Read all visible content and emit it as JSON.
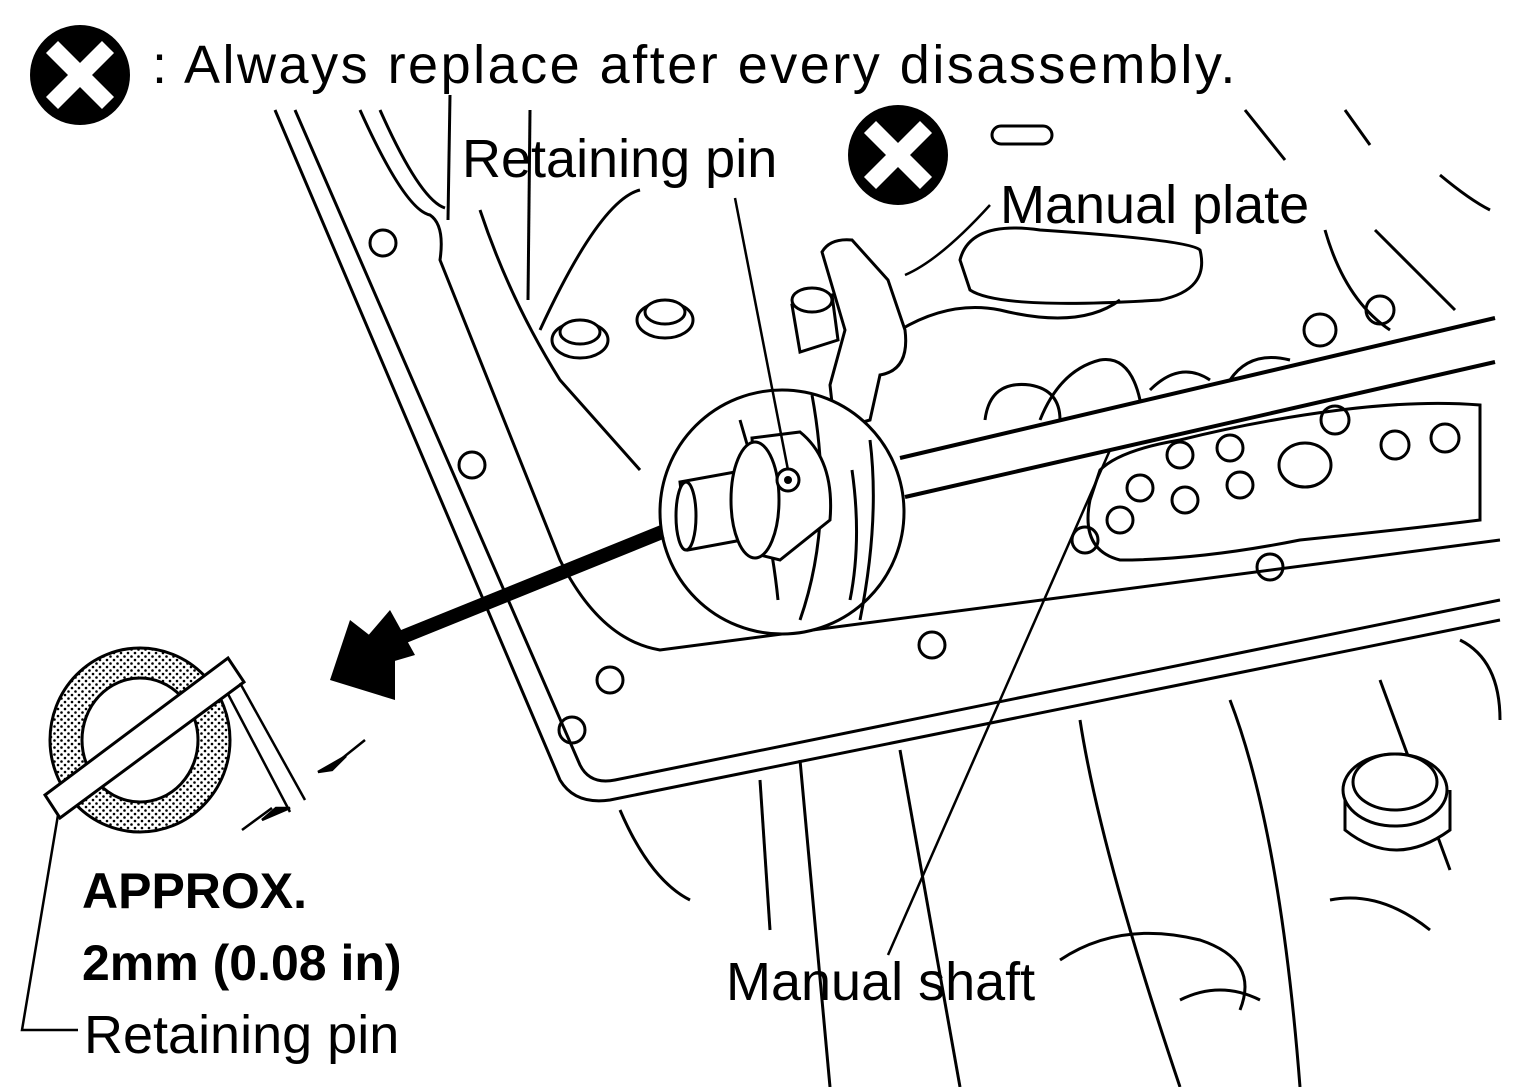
{
  "legend": {
    "icon": "replace-x-icon",
    "text": ": Always replace after every disassembly."
  },
  "callouts": {
    "retaining_pin_top": "Retaining pin",
    "manual_plate": "Manual plate",
    "manual_shaft": "Manual shaft",
    "retaining_pin_bottom": "Retaining pin"
  },
  "dimension": {
    "line1": "APPROX.",
    "line2": "2mm (0.08 in)"
  }
}
